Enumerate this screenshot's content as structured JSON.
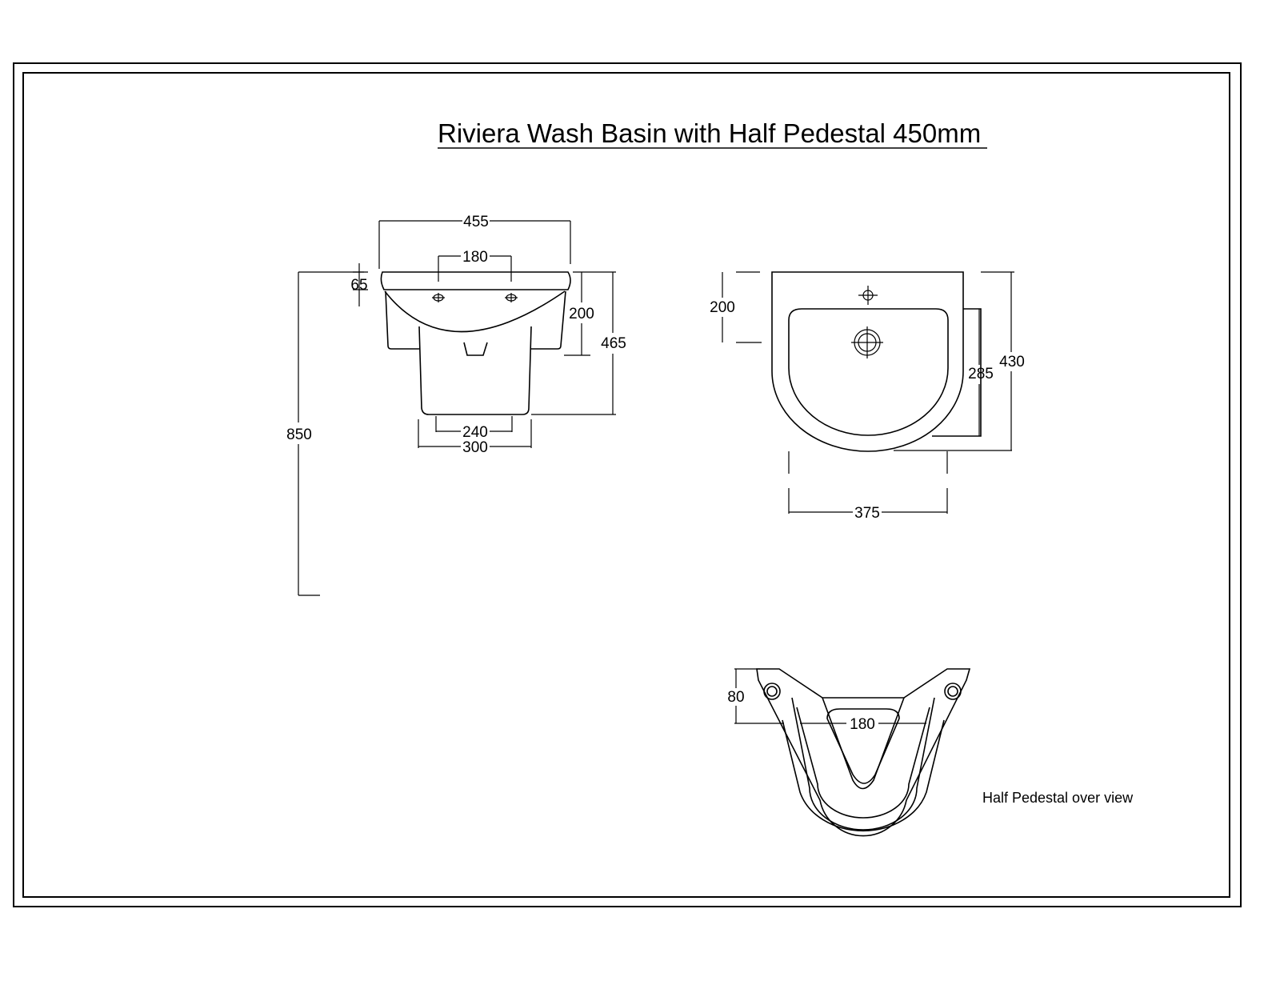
{
  "title": "Riviera Wash Basin with Half Pedestal 450mm",
  "front_view": {
    "width_overall": "455",
    "tap_holes_spacing": "180",
    "rim_thickness": "65",
    "bowl_depth": "200",
    "basin_height": "465",
    "fixing_height": "850",
    "pedestal_base_inner": "240",
    "pedestal_base_outer": "300"
  },
  "top_view": {
    "back_depth": "200",
    "bowl_depth": "285",
    "overall_depth": "430",
    "pedestal_width": "375"
  },
  "pedestal_view": {
    "caption": "Half Pedestal over view",
    "depth": "80",
    "width": "180"
  }
}
